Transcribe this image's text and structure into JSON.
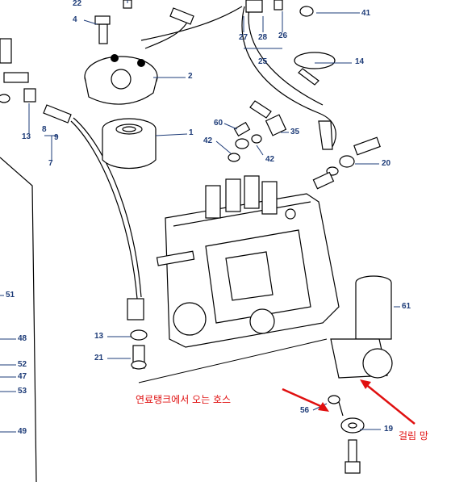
{
  "diagram": {
    "part_numbers": [
      "22",
      "4",
      "41",
      "27",
      "28",
      "26",
      "25",
      "14",
      "2",
      "1",
      "60",
      "35",
      "42",
      "42",
      "20",
      "13",
      "8",
      "9",
      "7",
      "51",
      "61",
      "13",
      "21",
      "48",
      "52",
      "47",
      "53",
      "56",
      "19",
      "49"
    ],
    "annotations": {
      "fuel_hose": "연료탱크에서 오는 호스",
      "strainer": "걸림 망"
    },
    "colors": {
      "label": "#1e3c78",
      "annotation": "#e01010",
      "line": "#000000"
    }
  }
}
